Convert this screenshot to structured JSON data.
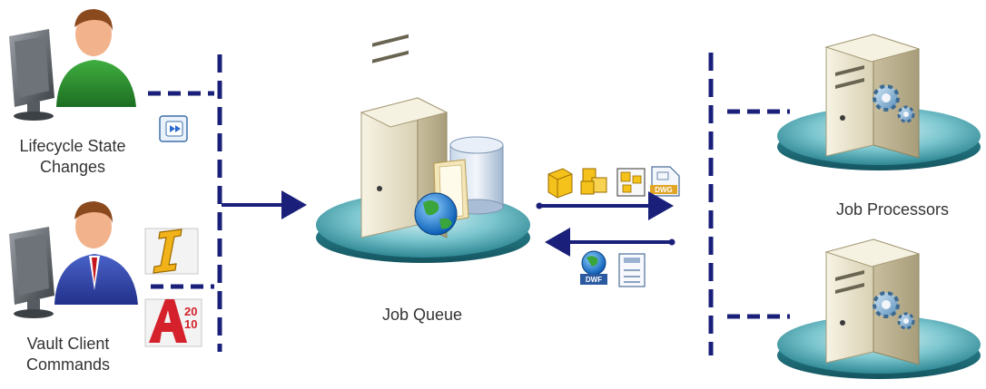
{
  "labels": {
    "lifecycle": {
      "line1": "Lifecycle State",
      "line2": "Changes"
    },
    "vault": {
      "line1": "Vault Client",
      "line2": "Commands"
    },
    "job_queue": "Job Queue",
    "job_processors": "Job Processors"
  },
  "icons": {
    "inventor_letter": "I",
    "autocad_letter": "A",
    "autocad_version_top": "20",
    "autocad_version_bottom": "10",
    "dwg_badge": "DWG",
    "dwf_badge": "DWF"
  },
  "colors": {
    "bus_line": "#1a1f7a",
    "platform_teal": "#4aa6b2",
    "server_beige": "#e8e2cc",
    "label_text": "#333333"
  }
}
